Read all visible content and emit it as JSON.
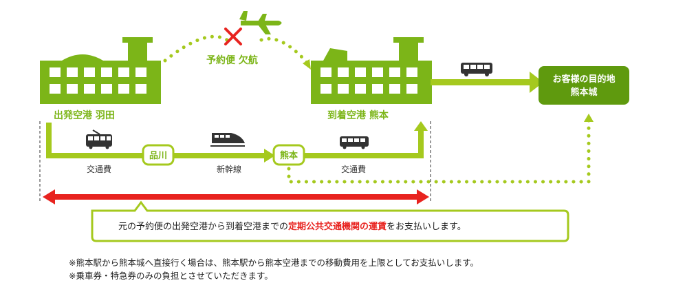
{
  "origin_airport": "出発空港 羽田",
  "dest_airport": "到着空港 熊本",
  "cancelled_flight": "予約便 欠航",
  "destination_line1": "お客様の目的地",
  "destination_line2": "熊本城",
  "stop1": "品川",
  "stop2": "熊本",
  "leg1": "交通費",
  "leg2": "新幹線",
  "leg3": "交通費",
  "callout_before": "元の予約便の出発空港から到着空港までの",
  "callout_highlight": "定期公共交通機関の運賃",
  "callout_after": "をお支払いします。",
  "note1": "※熊本駅から熊本城へ直接行く場合は、熊本駅から熊本空港までの移動費用を上限としてお支払いします。",
  "note2": "※乗車券・特急券のみの負担とさせていただきます。",
  "colors": {
    "green": "#7cb518",
    "green_dark": "#5f9a0e",
    "red": "#e8231f",
    "gray": "#333333"
  },
  "icons": [
    "airport-building-icon",
    "airplane-icon",
    "cancel-x-icon",
    "bus-icon",
    "train-icon",
    "shinkansen-icon"
  ]
}
